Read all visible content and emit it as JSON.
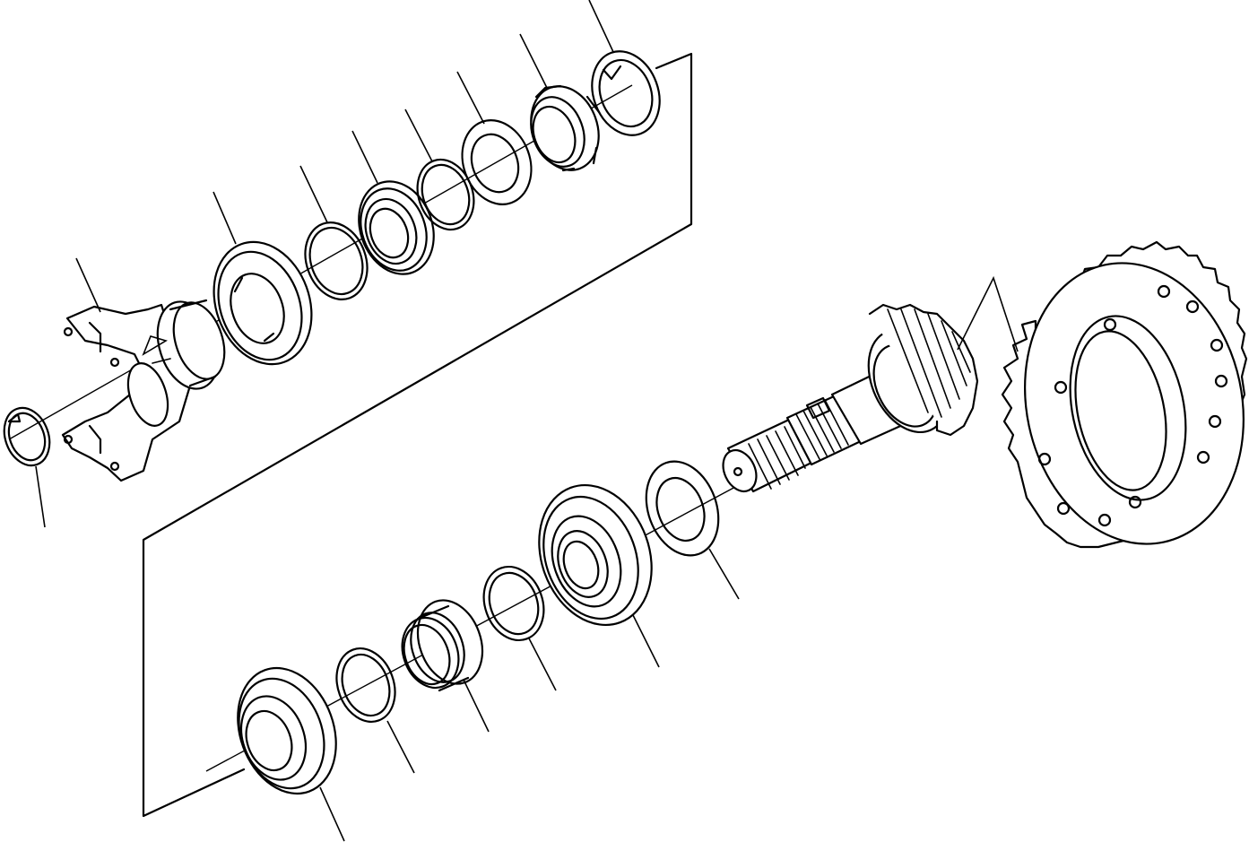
{
  "diagram": {
    "type": "exploded parts drawing",
    "background": "#ffffff",
    "line_color": "#000000",
    "callouts": [],
    "parts": [
      "snap-ring",
      "yoke-flange",
      "oil-seal",
      "o-ring",
      "outer-bearing",
      "spacer-ring",
      "washer",
      "slotted-nut",
      "lock-washer",
      "pinion-shaft",
      "thrust-washer",
      "inner-bearing",
      "shim-ring",
      "collapsible-spacer",
      "shim",
      "bearing-cup",
      "ring-gear"
    ]
  }
}
